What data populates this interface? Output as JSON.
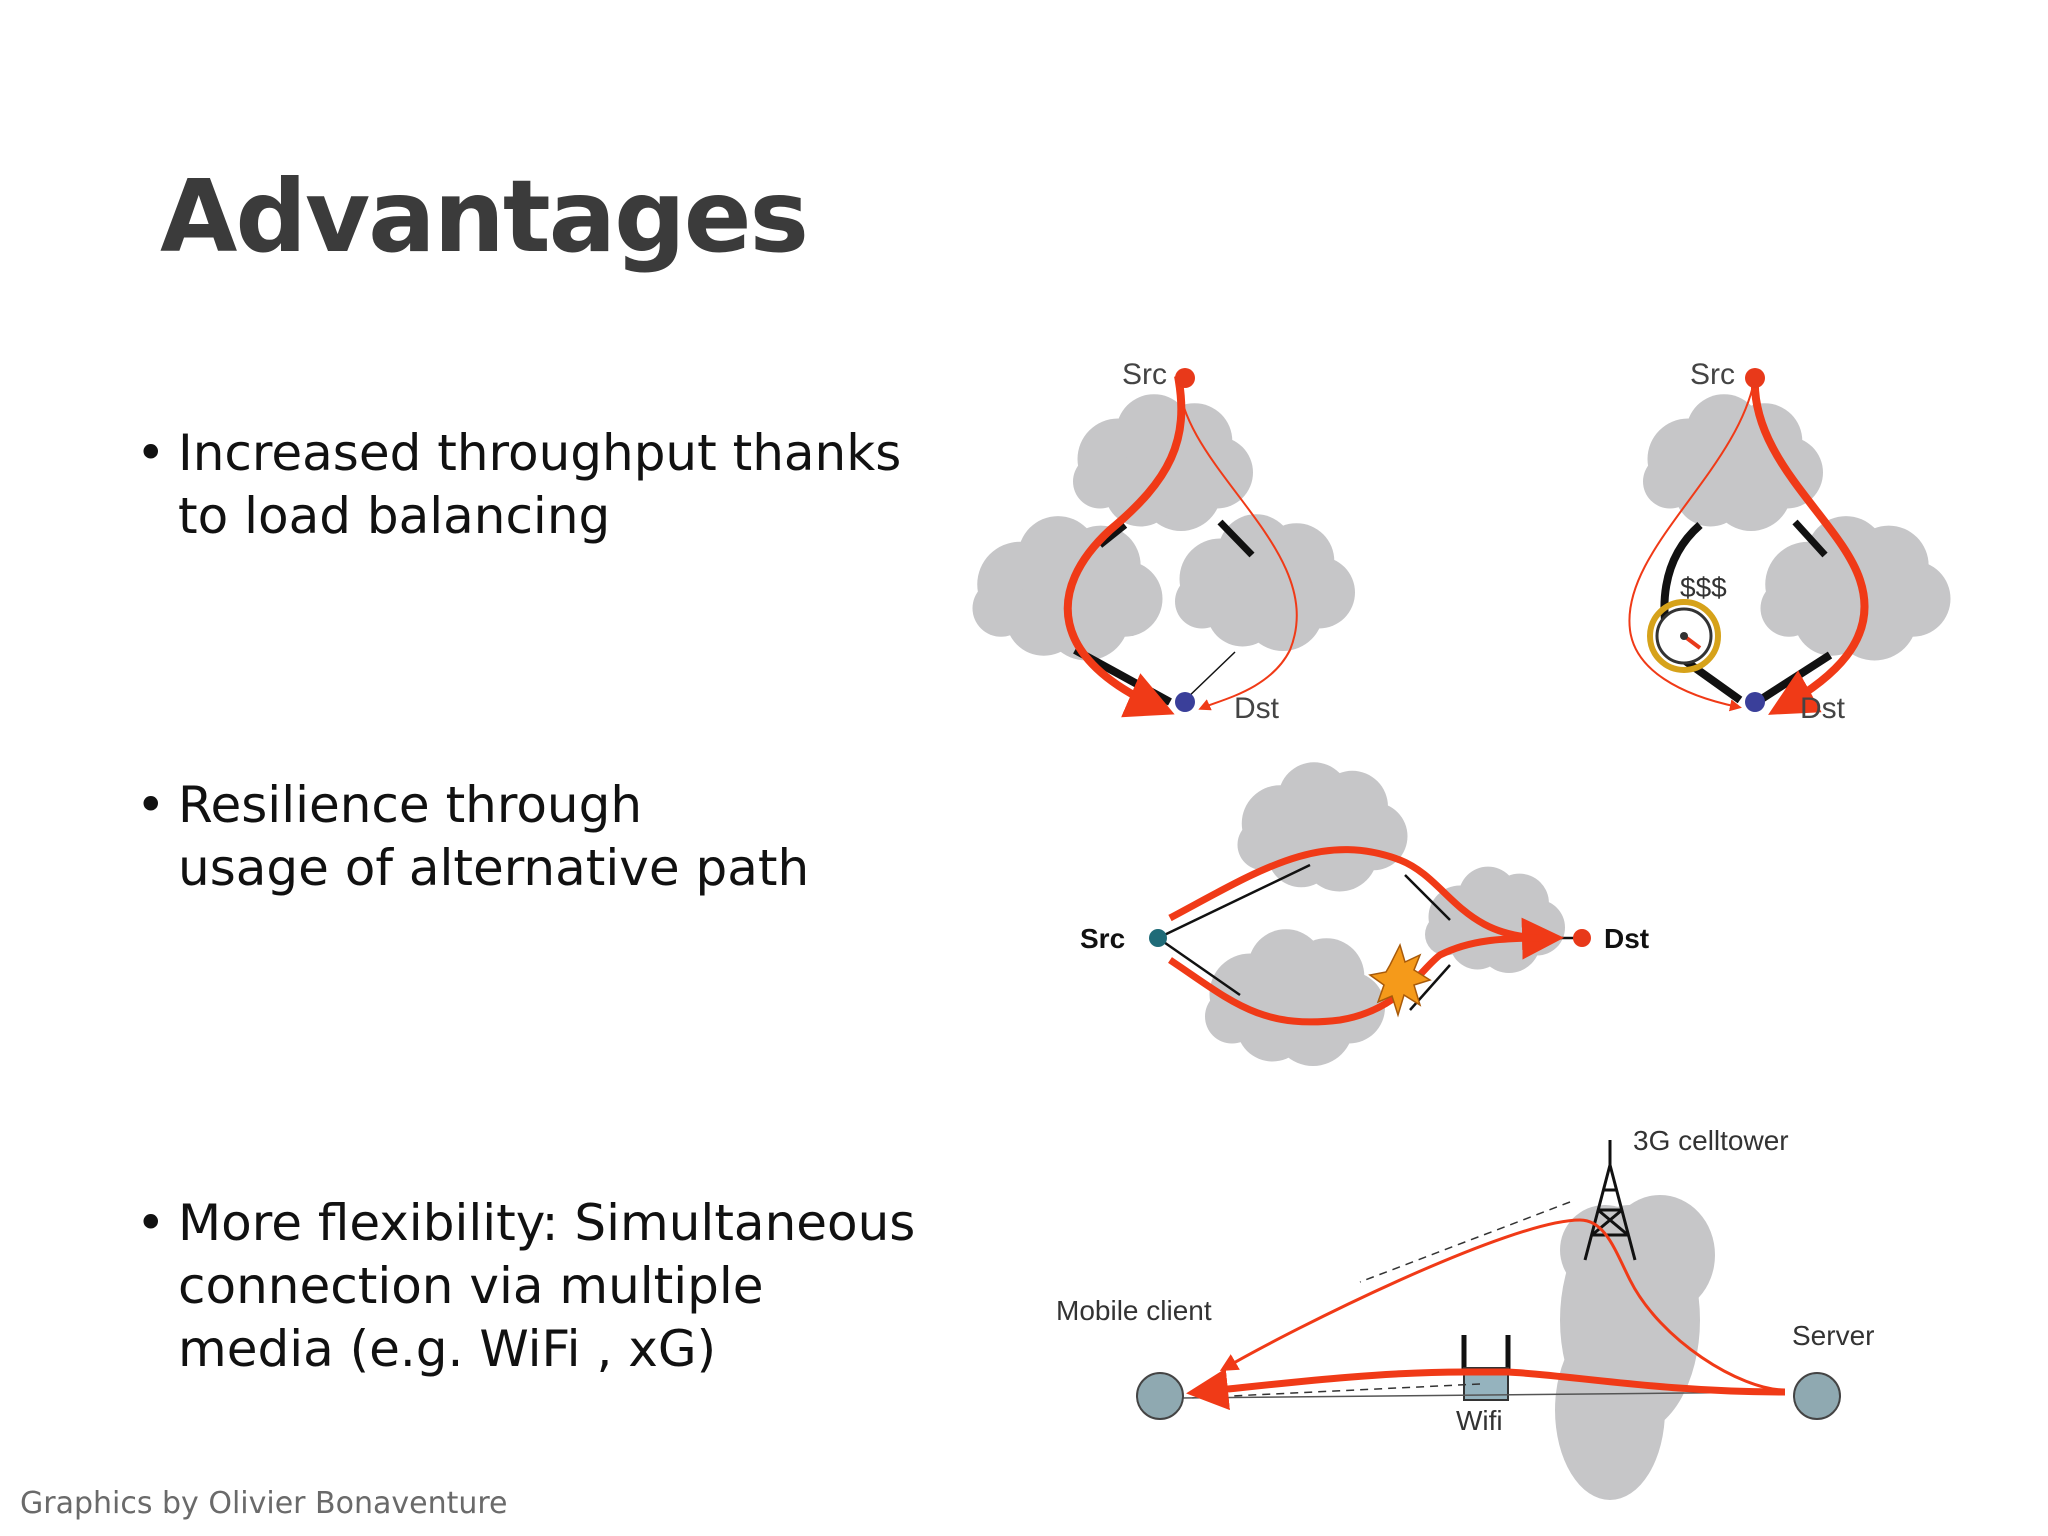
{
  "slide": {
    "title": "Advantages",
    "credit": "Graphics by Olivier Bonaventure"
  },
  "bullets": [
    {
      "line1": "Increased throughput thanks",
      "line2": "to load balancing"
    },
    {
      "line1": "Resilience through",
      "line2": "usage of alternative path"
    },
    {
      "line1": "More flexibility: Simultaneous",
      "line2": "connection via multiple",
      "line3": "media (e.g. WiFi , xG)"
    }
  ],
  "diagrams": {
    "load_balancing": {
      "src": "Src",
      "dst": "Dst"
    },
    "cost": {
      "src": "Src",
      "dst": "Dst",
      "cost_label": "$$$"
    },
    "resilience": {
      "src": "Src",
      "dst": "Dst"
    },
    "wireless": {
      "tower": "3G celltower",
      "client": "Mobile client",
      "server": "Server",
      "wifi": "Wifi"
    }
  },
  "colors": {
    "path": "#f03a17",
    "cloud": "#c6c6c8",
    "node_dst": "#3a3f9a",
    "node_src_red": "#e8391a",
    "node_teal": "#1f6b78",
    "node_grey": "#8fa9b1",
    "explosion": "#f59a1a",
    "meter_ring": "#d6a21a",
    "wifi_box": "#95b3be"
  }
}
